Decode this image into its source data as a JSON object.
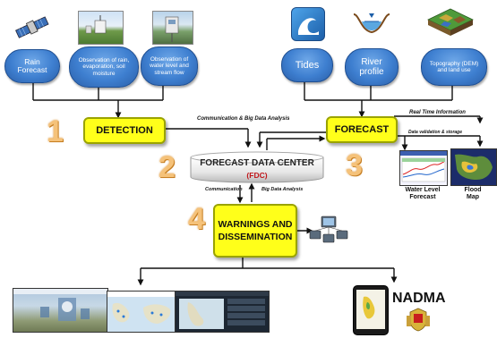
{
  "clouds": {
    "rain": "Rain Forecast",
    "obs1": "Observation of rain, evaporation, soil moisture",
    "obs2": "Observation of water level and stream flow",
    "tides": "Tides",
    "river": "River profile",
    "topo": "Topography (DEM) and land use"
  },
  "boxes": {
    "detection": "DETECTION",
    "forecast": "FORECAST",
    "warnings_line1": "WARNINGS AND",
    "warnings_line2": "DISSEMINATION"
  },
  "fdc": {
    "title": "FORECAST DATA CENTER",
    "abbr": "(FDC)"
  },
  "numbers": [
    "1",
    "2",
    "3",
    "4"
  ],
  "labels": {
    "comm_big": "Communication & Big Data Analysis",
    "realtime": "Real Time Information",
    "validation": "Data validation & storage",
    "communication": "Communication",
    "big_data": "Big Data Analysis"
  },
  "outputs": {
    "water_level_line1": "Water Level",
    "water_level_line2": "Forecast",
    "flood_line1": "Flood",
    "flood_line2": "Map"
  },
  "nadma": "NADMA",
  "colors": {
    "box_fill": "#ffff1a",
    "cloud_fill": "#3e7fd0",
    "number_color": "#f5c27a",
    "fdc_text_red": "#c0161a"
  }
}
